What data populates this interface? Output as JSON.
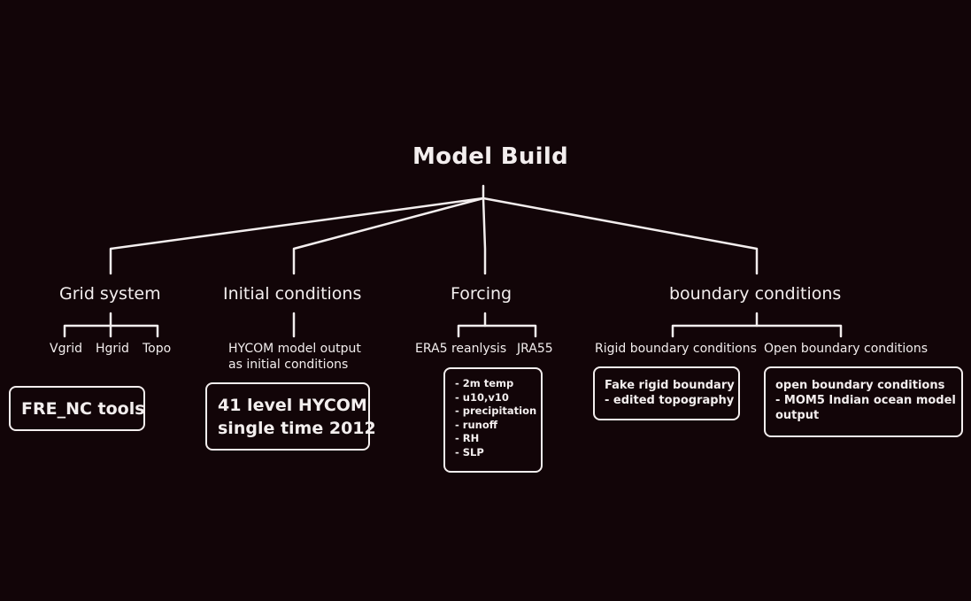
{
  "title": "Model Build",
  "categories": {
    "grid": {
      "label": "Grid system",
      "items": [
        "Vgrid",
        "Hgrid",
        "Topo"
      ],
      "box": [
        "FRE_NC tools"
      ]
    },
    "initial": {
      "label": "Initial conditions",
      "sub": [
        "HYCOM model output",
        "as initial conditions"
      ],
      "box": [
        "41 level HYCOM",
        "single time 2012"
      ]
    },
    "forcing": {
      "label": "Forcing",
      "items": [
        "ERA5 reanlysis",
        "JRA55"
      ],
      "box": [
        "- 2m temp",
        "- u10,v10",
        "- precipitation",
        "- runoff",
        "- RH",
        "- SLP"
      ]
    },
    "boundary": {
      "label": "boundary conditions",
      "items": [
        "Rigid boundary conditions",
        "Open boundary conditions"
      ],
      "rigid_box": [
        "Fake rigid boundary",
        "- edited topography"
      ],
      "open_box": [
        "open boundary conditions",
        "- MOM5 Indian ocean model",
        "output"
      ]
    }
  }
}
